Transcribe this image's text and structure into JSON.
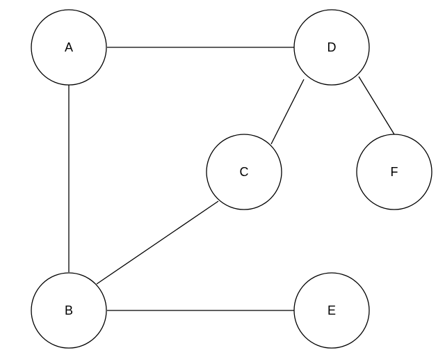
{
  "graph": {
    "nodes": [
      {
        "id": "A",
        "label": "A"
      },
      {
        "id": "D",
        "label": "D"
      },
      {
        "id": "C",
        "label": "C"
      },
      {
        "id": "F",
        "label": "F"
      },
      {
        "id": "B",
        "label": "B"
      },
      {
        "id": "E",
        "label": "E"
      }
    ],
    "edges": [
      {
        "from": "A",
        "to": "D"
      },
      {
        "from": "A",
        "to": "B"
      },
      {
        "from": "D",
        "to": "C"
      },
      {
        "from": "D",
        "to": "F"
      },
      {
        "from": "C",
        "to": "B"
      },
      {
        "from": "B",
        "to": "E"
      }
    ]
  }
}
